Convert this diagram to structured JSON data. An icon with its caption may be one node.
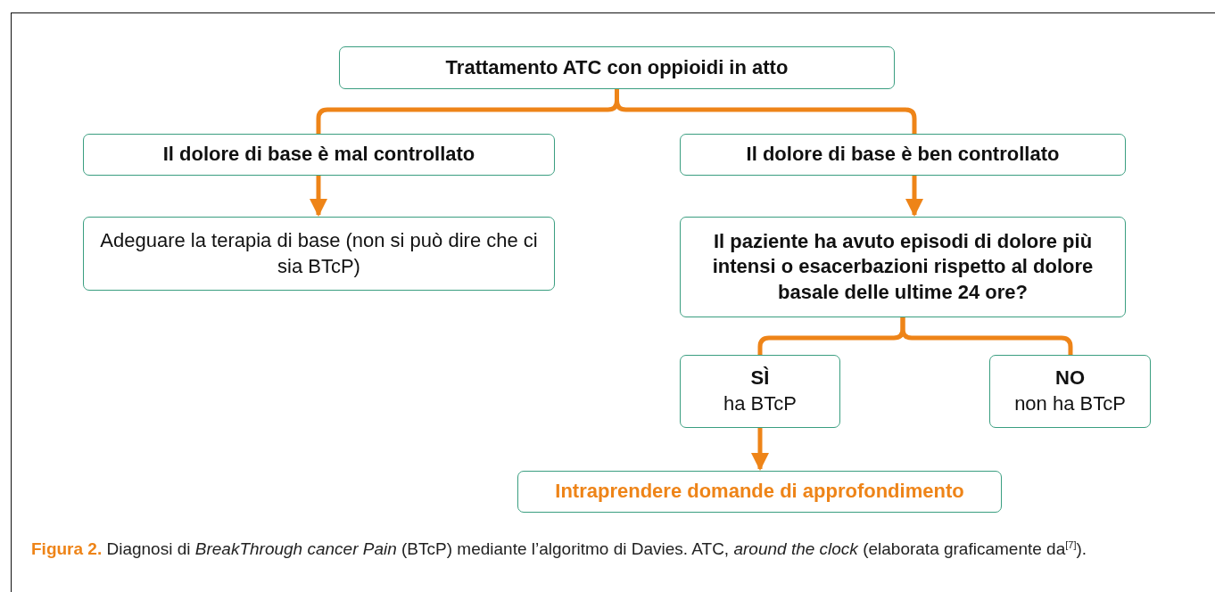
{
  "diagram": {
    "caption": "**Figura 2.** Diagnosi di *BreakThrough cancer Pain* (BTcP) mediante l’algoritmo di Davies. ATC, *around the clock* (elaborata graficamente da$^{[7]}$).",
    "nodes": [
      {
        "text": [
          "Trattamento ATC con oppioidi in atto"
        ]
      },
      {
        "text": [
          "Il dolore di base è mal controllato"
        ]
      },
      {
        "text": [
          "Il dolore di base è ben controllato"
        ]
      },
      {
        "text": [
          "Adeguare la terapia di base (non si può dire che ci sia BTcP)"
        ]
      },
      {
        "text": [
          "Il paziente ha avuto episodi di dolore più intensi o esacerbazioni rispetto al dolore basale delle ultime 24 ore?"
        ]
      },
      {
        "text": [
          "SÌ",
          "ha BTcP"
        ]
      },
      {
        "text": [
          "NO",
          "non ha BTcP"
        ]
      },
      {
        "text": [
          "Intraprendere domande di approfondimento"
        ]
      }
    ],
    "edges": [
      {
        "from": 0,
        "to": 1,
        "arrow": "none"
      },
      {
        "from": 0,
        "to": 2,
        "arrow": "none"
      },
      {
        "from": 1,
        "to": 3,
        "arrow": "to"
      },
      {
        "from": 2,
        "to": 4,
        "arrow": "to"
      },
      {
        "from": 4,
        "to": 5,
        "arrow": "none"
      },
      {
        "from": 4,
        "to": 6,
        "arrow": "none"
      },
      {
        "from": 5,
        "to": 7,
        "arrow": "to"
      }
    ]
  }
}
